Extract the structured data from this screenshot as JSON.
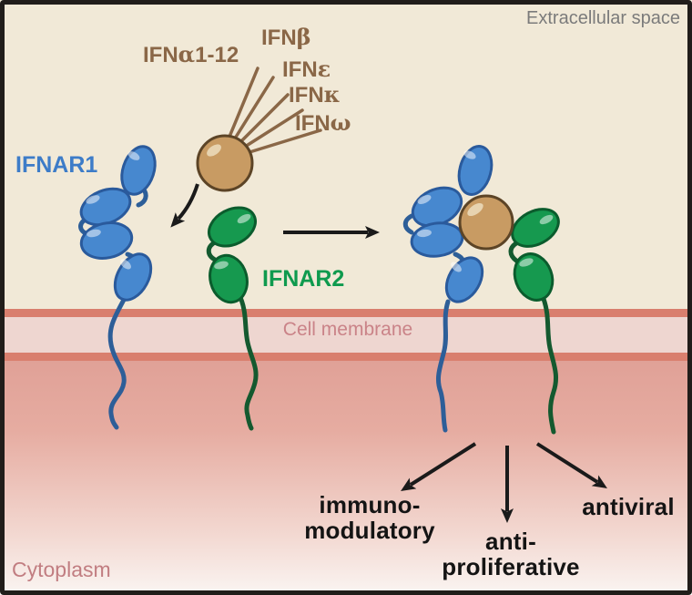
{
  "figure": {
    "description": "Type I interferon receptor signaling diagram",
    "regions": {
      "extracellular_label": "Extracellular space",
      "membrane_label": "Cell membrane",
      "cytoplasm_label": "Cytoplasm"
    },
    "ligand": {
      "types": [
        {
          "prefix": "IFN",
          "greek": "α",
          "suffix": "1-12"
        },
        {
          "prefix": "IFN",
          "greek": "β",
          "suffix": ""
        },
        {
          "prefix": "IFN",
          "greek": "ε",
          "suffix": ""
        },
        {
          "prefix": "IFN",
          "greek": "κ",
          "suffix": ""
        },
        {
          "prefix": "IFN",
          "greek": "ω",
          "suffix": ""
        }
      ]
    },
    "receptors": {
      "ifnar1_label": "IFNAR1",
      "ifnar2_label": "IFNAR2"
    },
    "outcomes": [
      {
        "line1": "immuno-",
        "line2": "modulatory"
      },
      {
        "line1": "anti-",
        "line2": "proliferative"
      },
      {
        "line1": "antiviral",
        "line2": ""
      }
    ],
    "colors": {
      "background": "#f1e9d7",
      "border": "#211d1a",
      "membrane_stripe": "#d97f6e",
      "membrane_fill": "#eed6d0",
      "cytoplasm_top": "#e0a197",
      "cytoplasm_bottom": "#faf5f2",
      "ifnar1_blue_fill": "#4788cf",
      "ifnar1_blue_outline": "#2a5a9c",
      "ifnar1_label_blue": "#3d7cc8",
      "ifnar2_green_fill": "#16994f",
      "ifnar2_green_outline": "#0b5c2d",
      "ifnar2_label_green": "#0f9a4e",
      "ligand_tan_fill": "#c89b63",
      "ligand_tan_outline": "#5c4426",
      "ligand_label_brown": "#8a6747",
      "membrane_label_color": "#ca8388",
      "cytoplasm_label_color": "#c17d81",
      "extracellular_label_color": "#7b7b7b",
      "arrow_color": "#1a1a1a"
    }
  }
}
